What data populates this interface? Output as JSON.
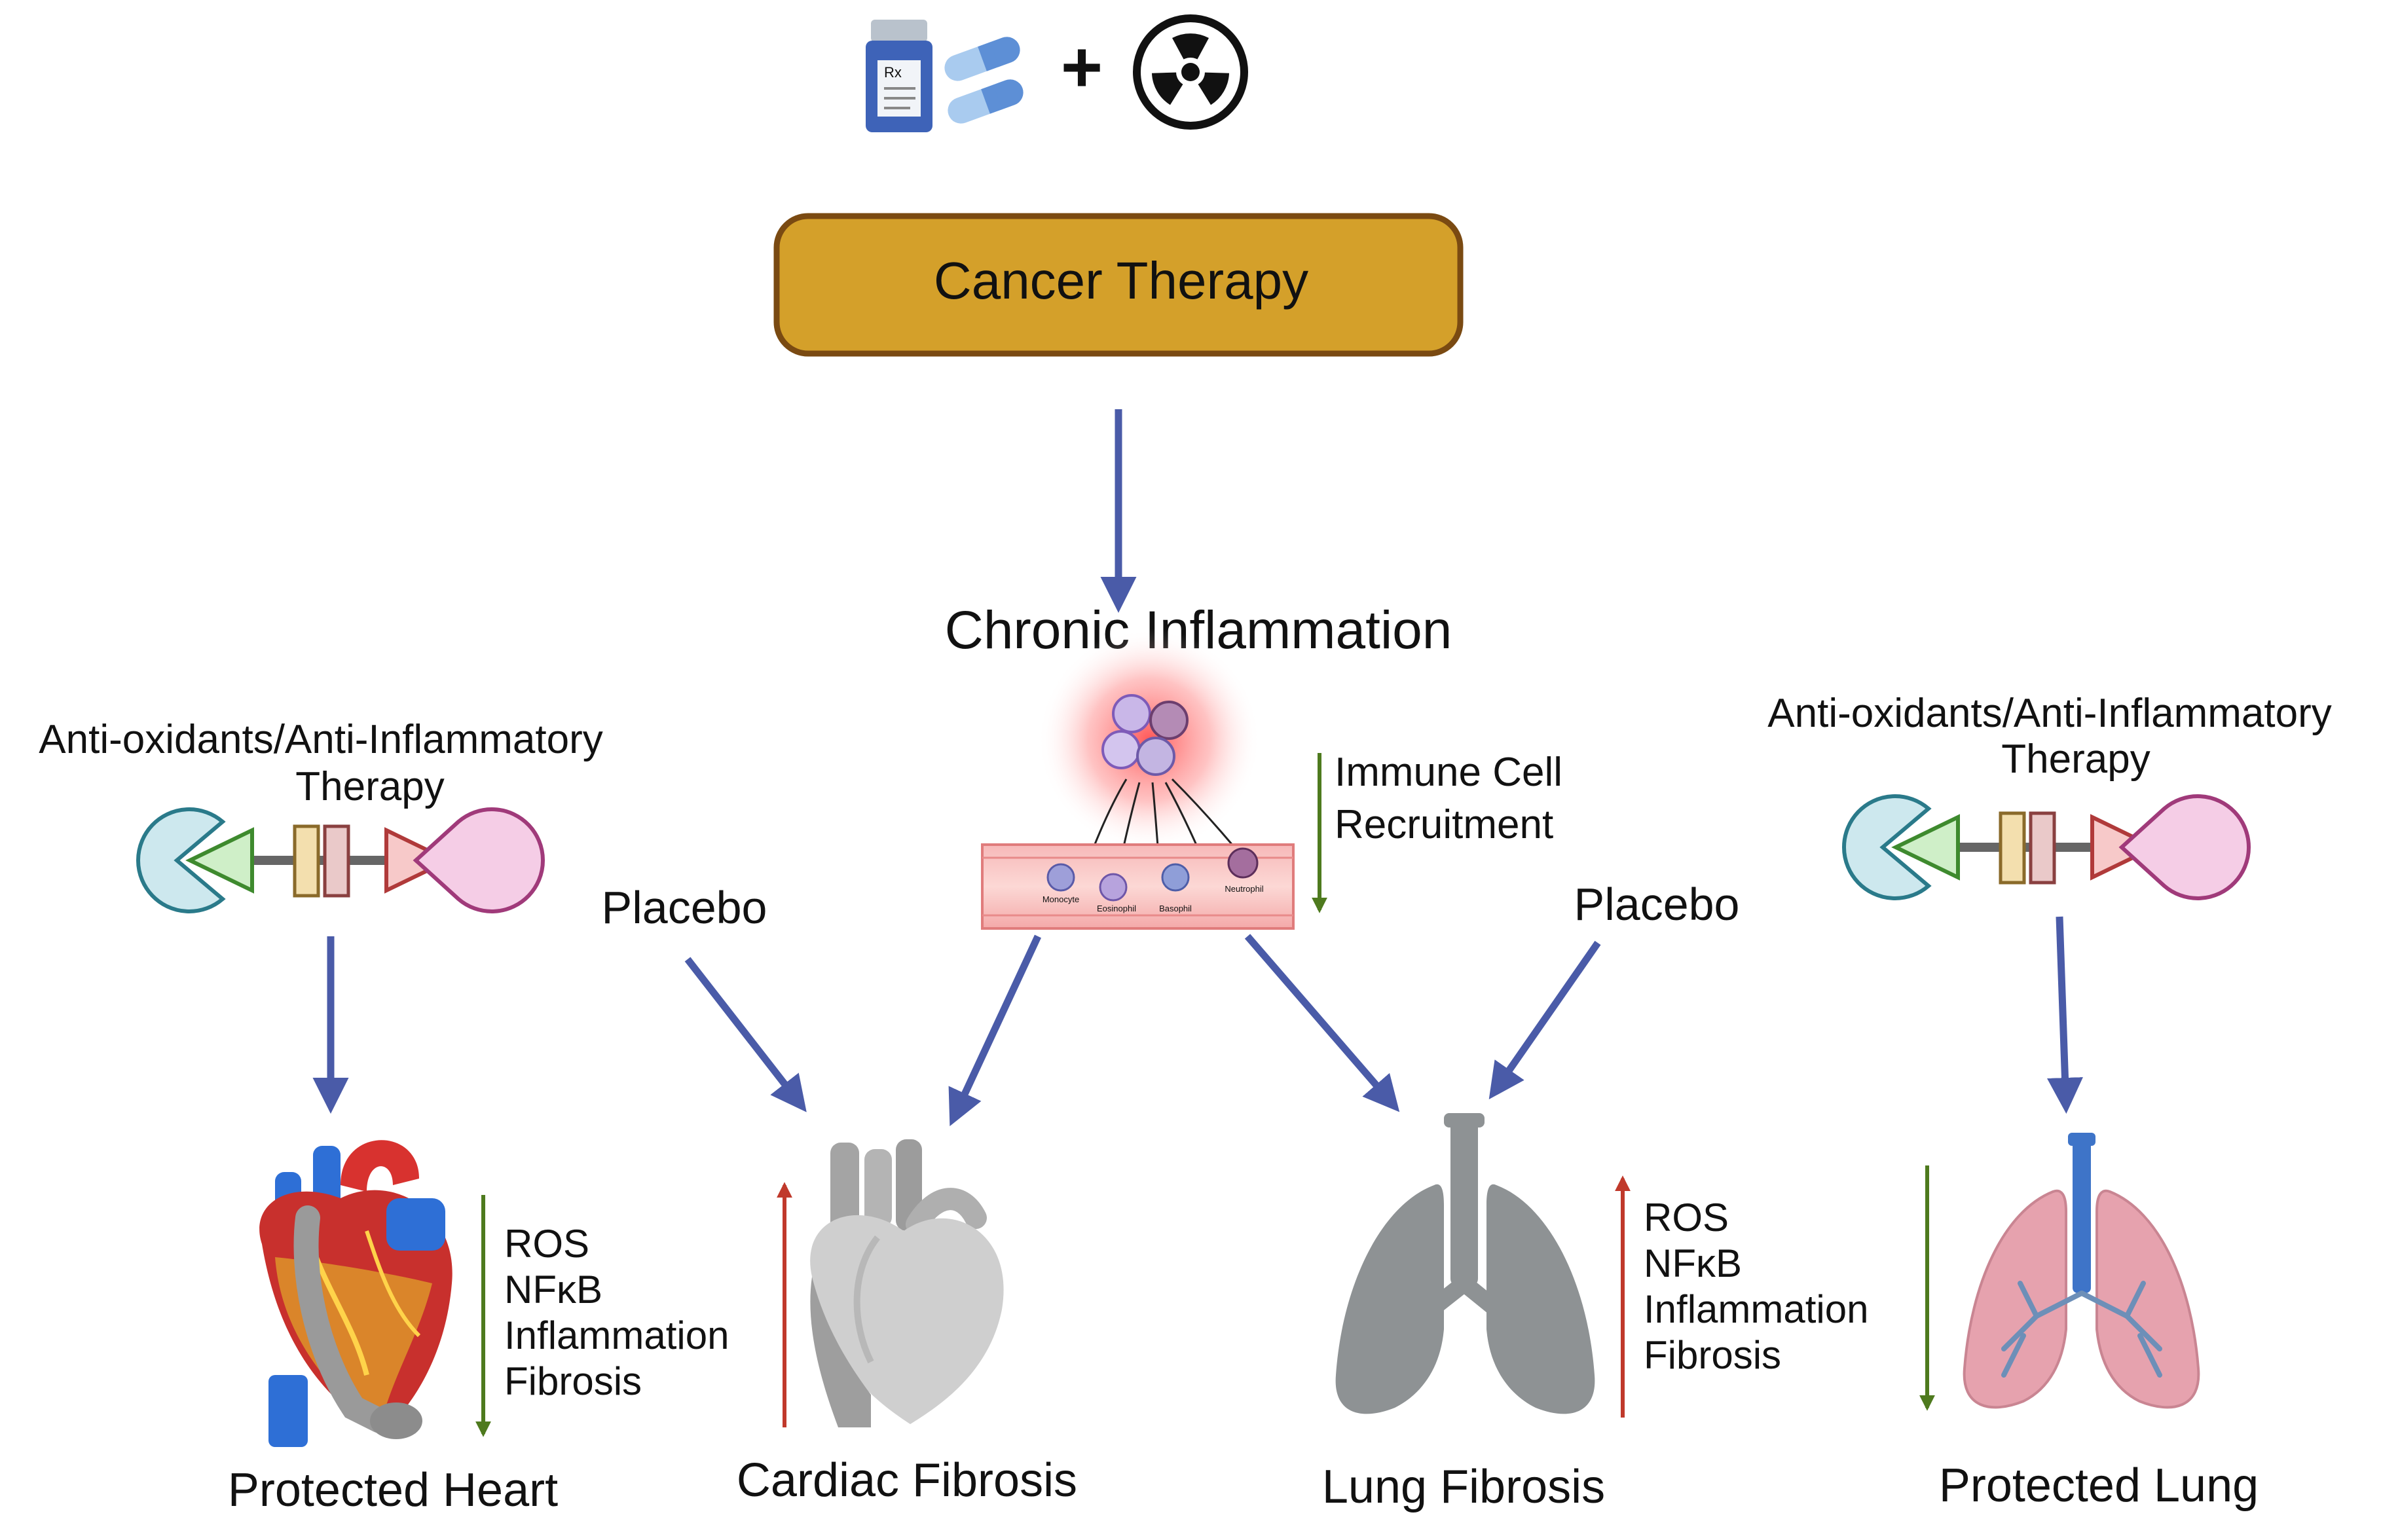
{
  "top_icons": {
    "plus_symbol": "+",
    "pill_bottle_label": "Rx",
    "icons": [
      "pill-bottle-icon",
      "capsules-icon",
      "radiation-icon"
    ]
  },
  "cancer_therapy": {
    "label": "Cancer Therapy",
    "fill": "#D4A02A",
    "border": "#7A4A12"
  },
  "chronic_inflammation": {
    "label": "Chronic Inflammation",
    "vessel_cells": [
      "Monocyte",
      "Eosinophil",
      "Basophil",
      "Neutrophil"
    ]
  },
  "immune_recruitment": {
    "line1": "Immune Cell",
    "line2": "Recruitment"
  },
  "left_therapy": {
    "line1": "Anti-oxidants/Anti-Inflammatory",
    "line2": "Therapy"
  },
  "right_therapy": {
    "line1": "Anti-oxidants/Anti-Inflammatory",
    "line2": "Therapy"
  },
  "placebo_left": "Placebo",
  "placebo_right": "Placebo",
  "protected_heart": {
    "label": "Protected Heart",
    "markers": [
      "ROS",
      "NFκB",
      "Inflammation",
      "Fibrosis"
    ],
    "trend": "down"
  },
  "cardiac_fibrosis": {
    "label": "Cardiac Fibrosis",
    "trend": "up"
  },
  "lung_fibrosis": {
    "label": "Lung Fibrosis",
    "markers": [
      "ROS",
      "NFκB",
      "Inflammation",
      "Fibrosis"
    ],
    "trend": "up"
  },
  "protected_lung": {
    "label": "Protected  Lung",
    "trend": "down"
  },
  "colors": {
    "flow_arrow": "#4A5BA8",
    "decrease_arrow": "#4E7A1E",
    "increase_arrow": "#C0392B",
    "inflammation_glow": "#FF5A5A"
  }
}
